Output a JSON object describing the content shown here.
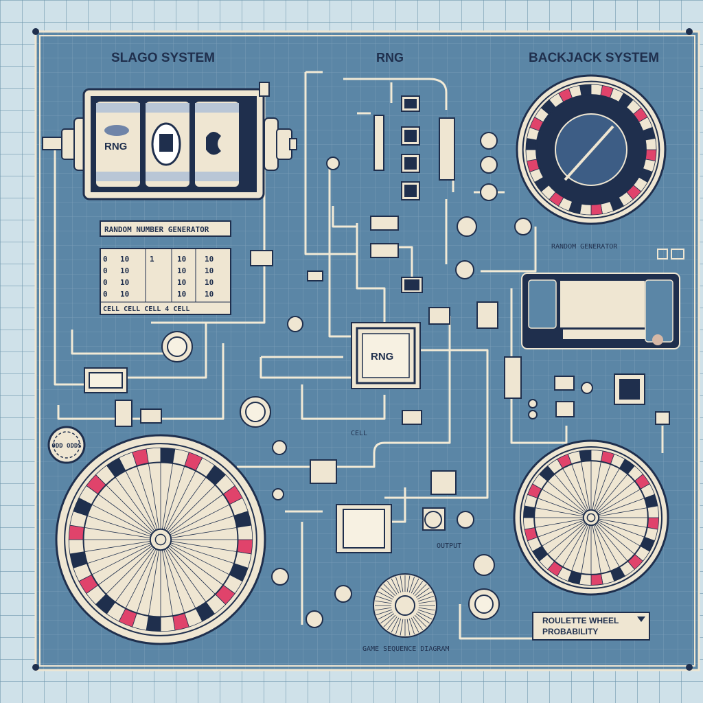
{
  "titles": {
    "slot_system": "SLAGO SYSTEM",
    "rng": "RNG",
    "blackjack_system": "BACKJACK SYSTEM"
  },
  "labels": {
    "rng_generator": "RANDOM NUMBER GENERATOR",
    "rng_chip": "RNG",
    "slot_reel_1": "RNG",
    "random_generator": "RANDOM GENERATOR",
    "cell_label": "CELL",
    "output_label": "OUTPUT",
    "odds_chip": "ODD ODDS",
    "footer_label": "GAME SEQUENCE DIAGRAM",
    "prob_box_line1": "ROULETTE WHEEL",
    "prob_box_line2": "PROBABILITY"
  },
  "table": {
    "rows": [
      [
        "0",
        "10",
        "1",
        "10",
        "10"
      ],
      [
        "0",
        "10",
        "",
        "10",
        "10"
      ],
      [
        "0",
        "10",
        "",
        "10",
        "10"
      ],
      [
        "0",
        "10",
        "",
        "10",
        "10"
      ]
    ],
    "footer": "CELL CELL CELL 4 CELL"
  },
  "colors": {
    "panel": "#5b86a6",
    "grid": "#7fa1bb",
    "line": "#f2ead6",
    "accent_red": "#e0436b",
    "navy": "#1f2f4d",
    "cream": "#efe6d2"
  }
}
